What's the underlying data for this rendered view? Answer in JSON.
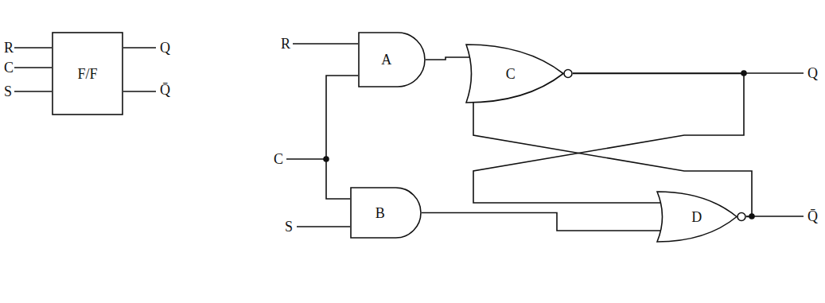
{
  "diagram": {
    "nodes": [
      {
        "text": [
          "F/F"
        ]
      },
      {
        "text": [
          "A"
        ]
      },
      {
        "text": [
          "B"
        ]
      },
      {
        "text": [
          "C"
        ]
      },
      {
        "text": [
          "D"
        ]
      }
    ],
    "edges": [
      {
        "from": 1,
        "to": 3,
        "arrow": "none"
      },
      {
        "from": 2,
        "to": 4,
        "arrow": "none"
      },
      {
        "from": 3,
        "to": 4,
        "arrow": "none"
      },
      {
        "from": 4,
        "to": 3,
        "arrow": "none"
      }
    ],
    "labels": [
      "R",
      "C",
      "S",
      "Q",
      "Q̄",
      "R",
      "C",
      "S",
      "Q",
      "Q̄"
    ]
  }
}
